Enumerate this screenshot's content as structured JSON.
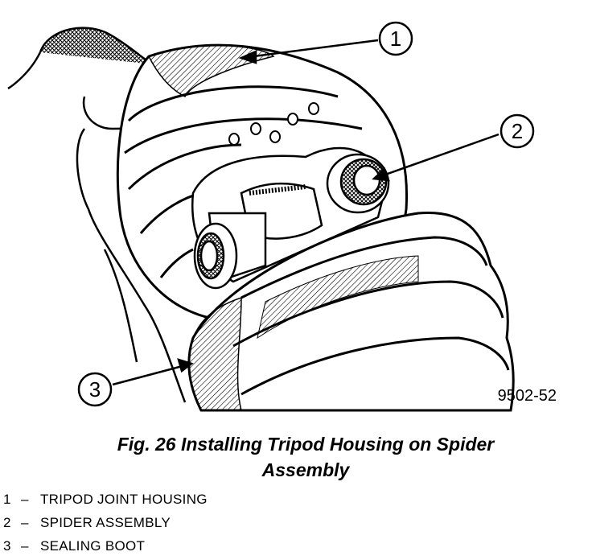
{
  "figure": {
    "callouts": [
      {
        "number": "1"
      },
      {
        "number": "2"
      },
      {
        "number": "3"
      }
    ],
    "figure_code": "9502-52"
  },
  "caption": {
    "line1": "Fig. 26 Installing Tripod Housing on Spider",
    "line2": "Assembly"
  },
  "legend": [
    {
      "number": "1",
      "separator": "–",
      "label": "TRIPOD JOINT HOUSING"
    },
    {
      "number": "2",
      "separator": "–",
      "label": "SPIDER ASSEMBLY"
    },
    {
      "number": "3",
      "separator": "–",
      "label": "SEALING BOOT"
    }
  ]
}
